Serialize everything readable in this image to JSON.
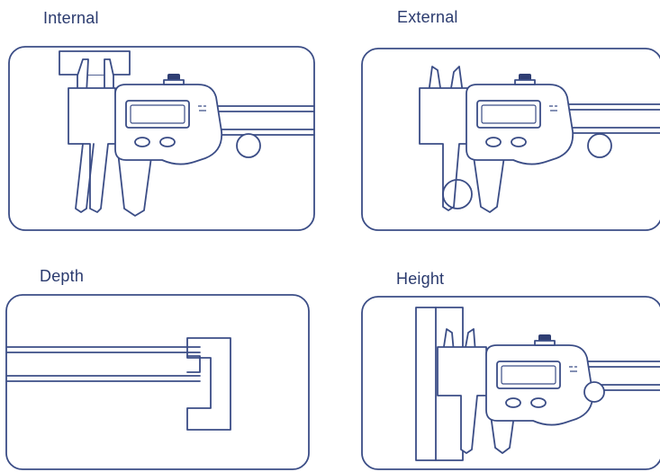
{
  "panels": [
    {
      "id": "internal",
      "label": "Internal"
    },
    {
      "id": "external",
      "label": "External"
    },
    {
      "id": "depth",
      "label": "Depth"
    },
    {
      "id": "height",
      "label": "Height"
    }
  ],
  "colors": {
    "line": "#3b4d86",
    "text": "#2a3a6e",
    "background": "#ffffff"
  },
  "icons": [
    "digital-caliper-icon",
    "hatched-workpiece-icon"
  ]
}
